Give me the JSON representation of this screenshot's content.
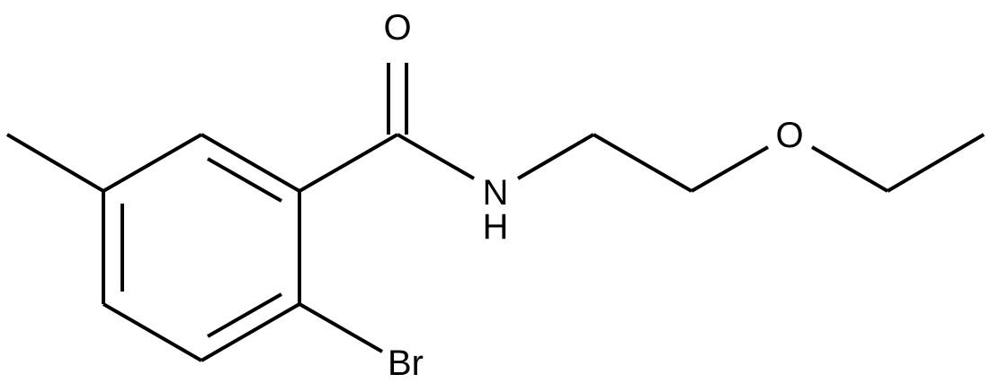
{
  "molecule": {
    "atoms": {
      "oxygen_carbonyl": "O",
      "nitrogen": "N",
      "hydrogen_on_nitrogen": "H",
      "oxygen_ether": "O",
      "bromine": "Br"
    }
  }
}
